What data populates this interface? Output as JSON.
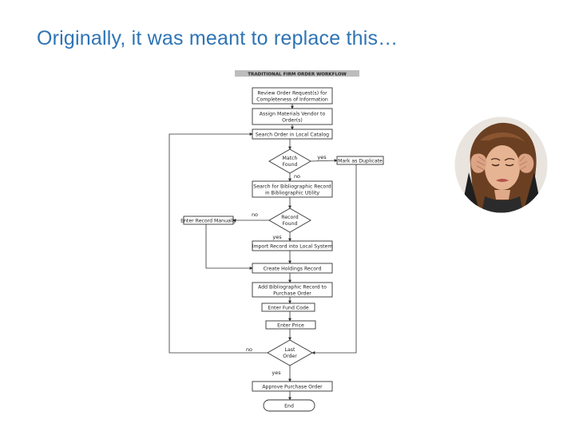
{
  "slide": {
    "title": "Originally, it was meant to replace this…"
  },
  "flowchart": {
    "heading": "TRADITIONAL FIRM ORDER WORKFLOW",
    "steps": {
      "review_1": "Review Order Request(s) for",
      "review_2": "Completeness of Information",
      "assign_1": "Assign Materials Vendor to",
      "assign_2": "Order(s)",
      "search_local": "Search Order in Local Catalog",
      "match_1": "Match",
      "match_2": "Found",
      "mark_duplicate": "Mark as Duplicate",
      "search_bib_1": "Search for Bibliographic Record",
      "search_bib_2": "in Bibliographic Utility",
      "record_1": "Record",
      "record_2": "Found",
      "enter_manual": "Enter Record Manually",
      "import": "Import Record into Local System",
      "holdings": "Create Holdings Record",
      "add_bib_1": "Add Bibliographic Record to",
      "add_bib_2": "Purchase Order",
      "fund_code": "Enter Fund Code",
      "price": "Enter Price",
      "last_1": "Last",
      "last_2": "Order",
      "approve": "Approve Purchase Order",
      "end": "End"
    },
    "branch_labels": {
      "match_yes": "yes",
      "match_no": "no",
      "record_no": "no",
      "record_yes": "yes",
      "last_no": "no",
      "last_yes": "yes"
    }
  },
  "photo": {
    "icon": "stressed-woman-photo"
  }
}
